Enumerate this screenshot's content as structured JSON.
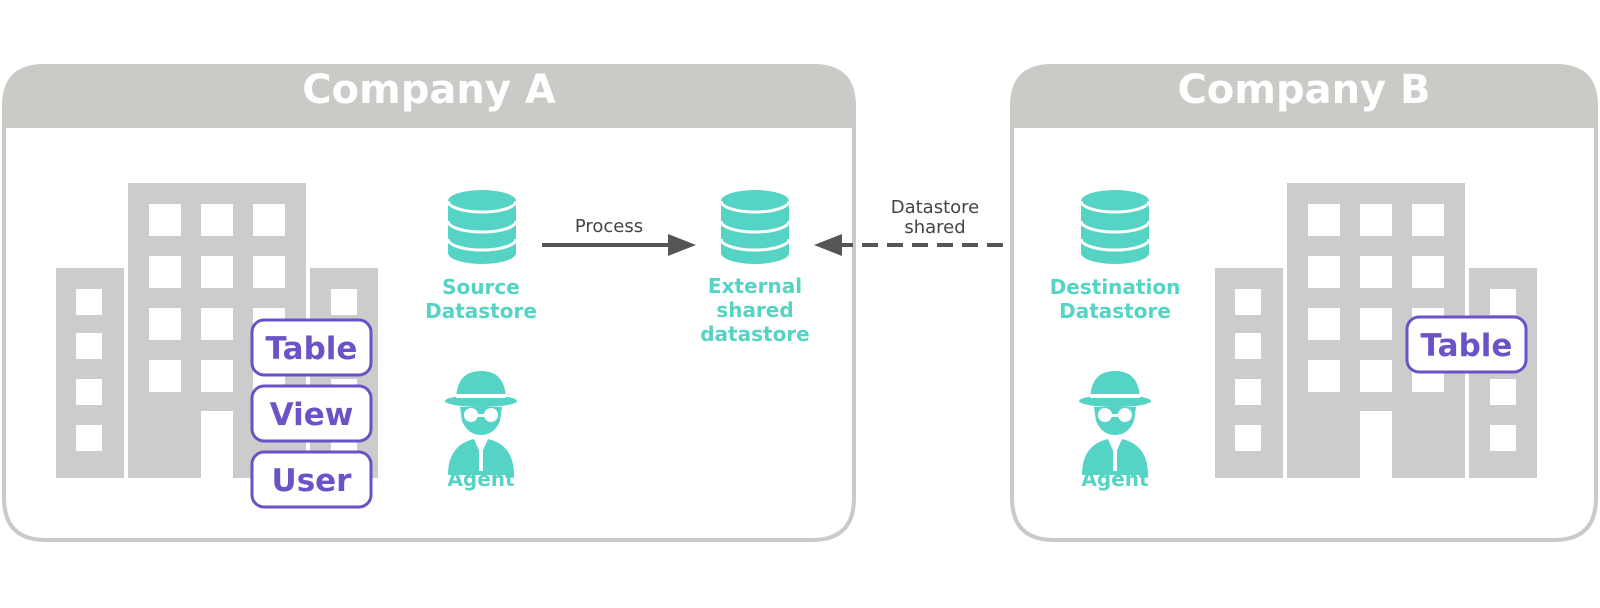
{
  "company_a": {
    "title": "Company A",
    "source_datastore": {
      "line1": "Source",
      "line2": "Datastore"
    },
    "agent_label": "Agent",
    "object_badges": [
      "Table",
      "View",
      "User"
    ]
  },
  "external": {
    "line1": "External",
    "line2": "shared",
    "line3": "datastore"
  },
  "arrows": {
    "process_label": "Process",
    "shared_line1": "Datastore",
    "shared_line2": "shared"
  },
  "company_b": {
    "title": "Company B",
    "destination_datastore": {
      "line1": "Destination",
      "line2": "Datastore"
    },
    "agent_label": "Agent",
    "object_badges": [
      "Table"
    ]
  },
  "colors": {
    "panel_gray": "#cccac6",
    "building_gray": "#cccccc",
    "teal": "#55d3c4",
    "purple": "#6b52c6",
    "arrow": "#555555"
  },
  "icons": {
    "datastore": "database-icon",
    "agent": "agent-spy-icon",
    "building": "building-icon"
  }
}
